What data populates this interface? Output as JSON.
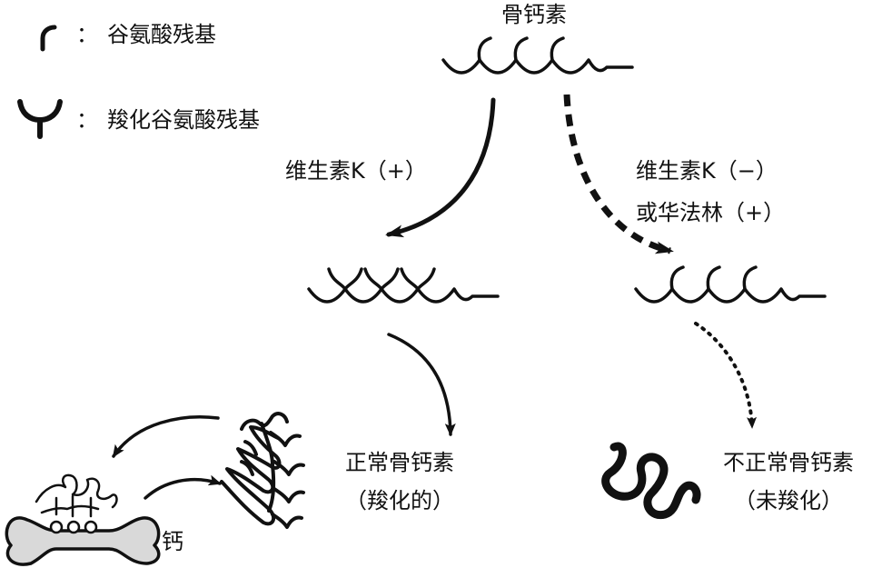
{
  "legend": {
    "glu_colon": "：",
    "glu_label": "谷氨酸残基",
    "gla_colon": "：",
    "gla_label": "羧化谷氨酸残基"
  },
  "labels": {
    "osteocalcin": "骨钙素",
    "vitk_plus": "维生素K（+）",
    "vitk_minus": "维生素K（−）",
    "warfarin": "或华法林（+）",
    "normal_line1": "正常骨钙素",
    "normal_line2": "（羧化的）",
    "abnormal_line1": "不正常骨钙素",
    "abnormal_line2": "（未羧化）",
    "calcium": "钙"
  }
}
